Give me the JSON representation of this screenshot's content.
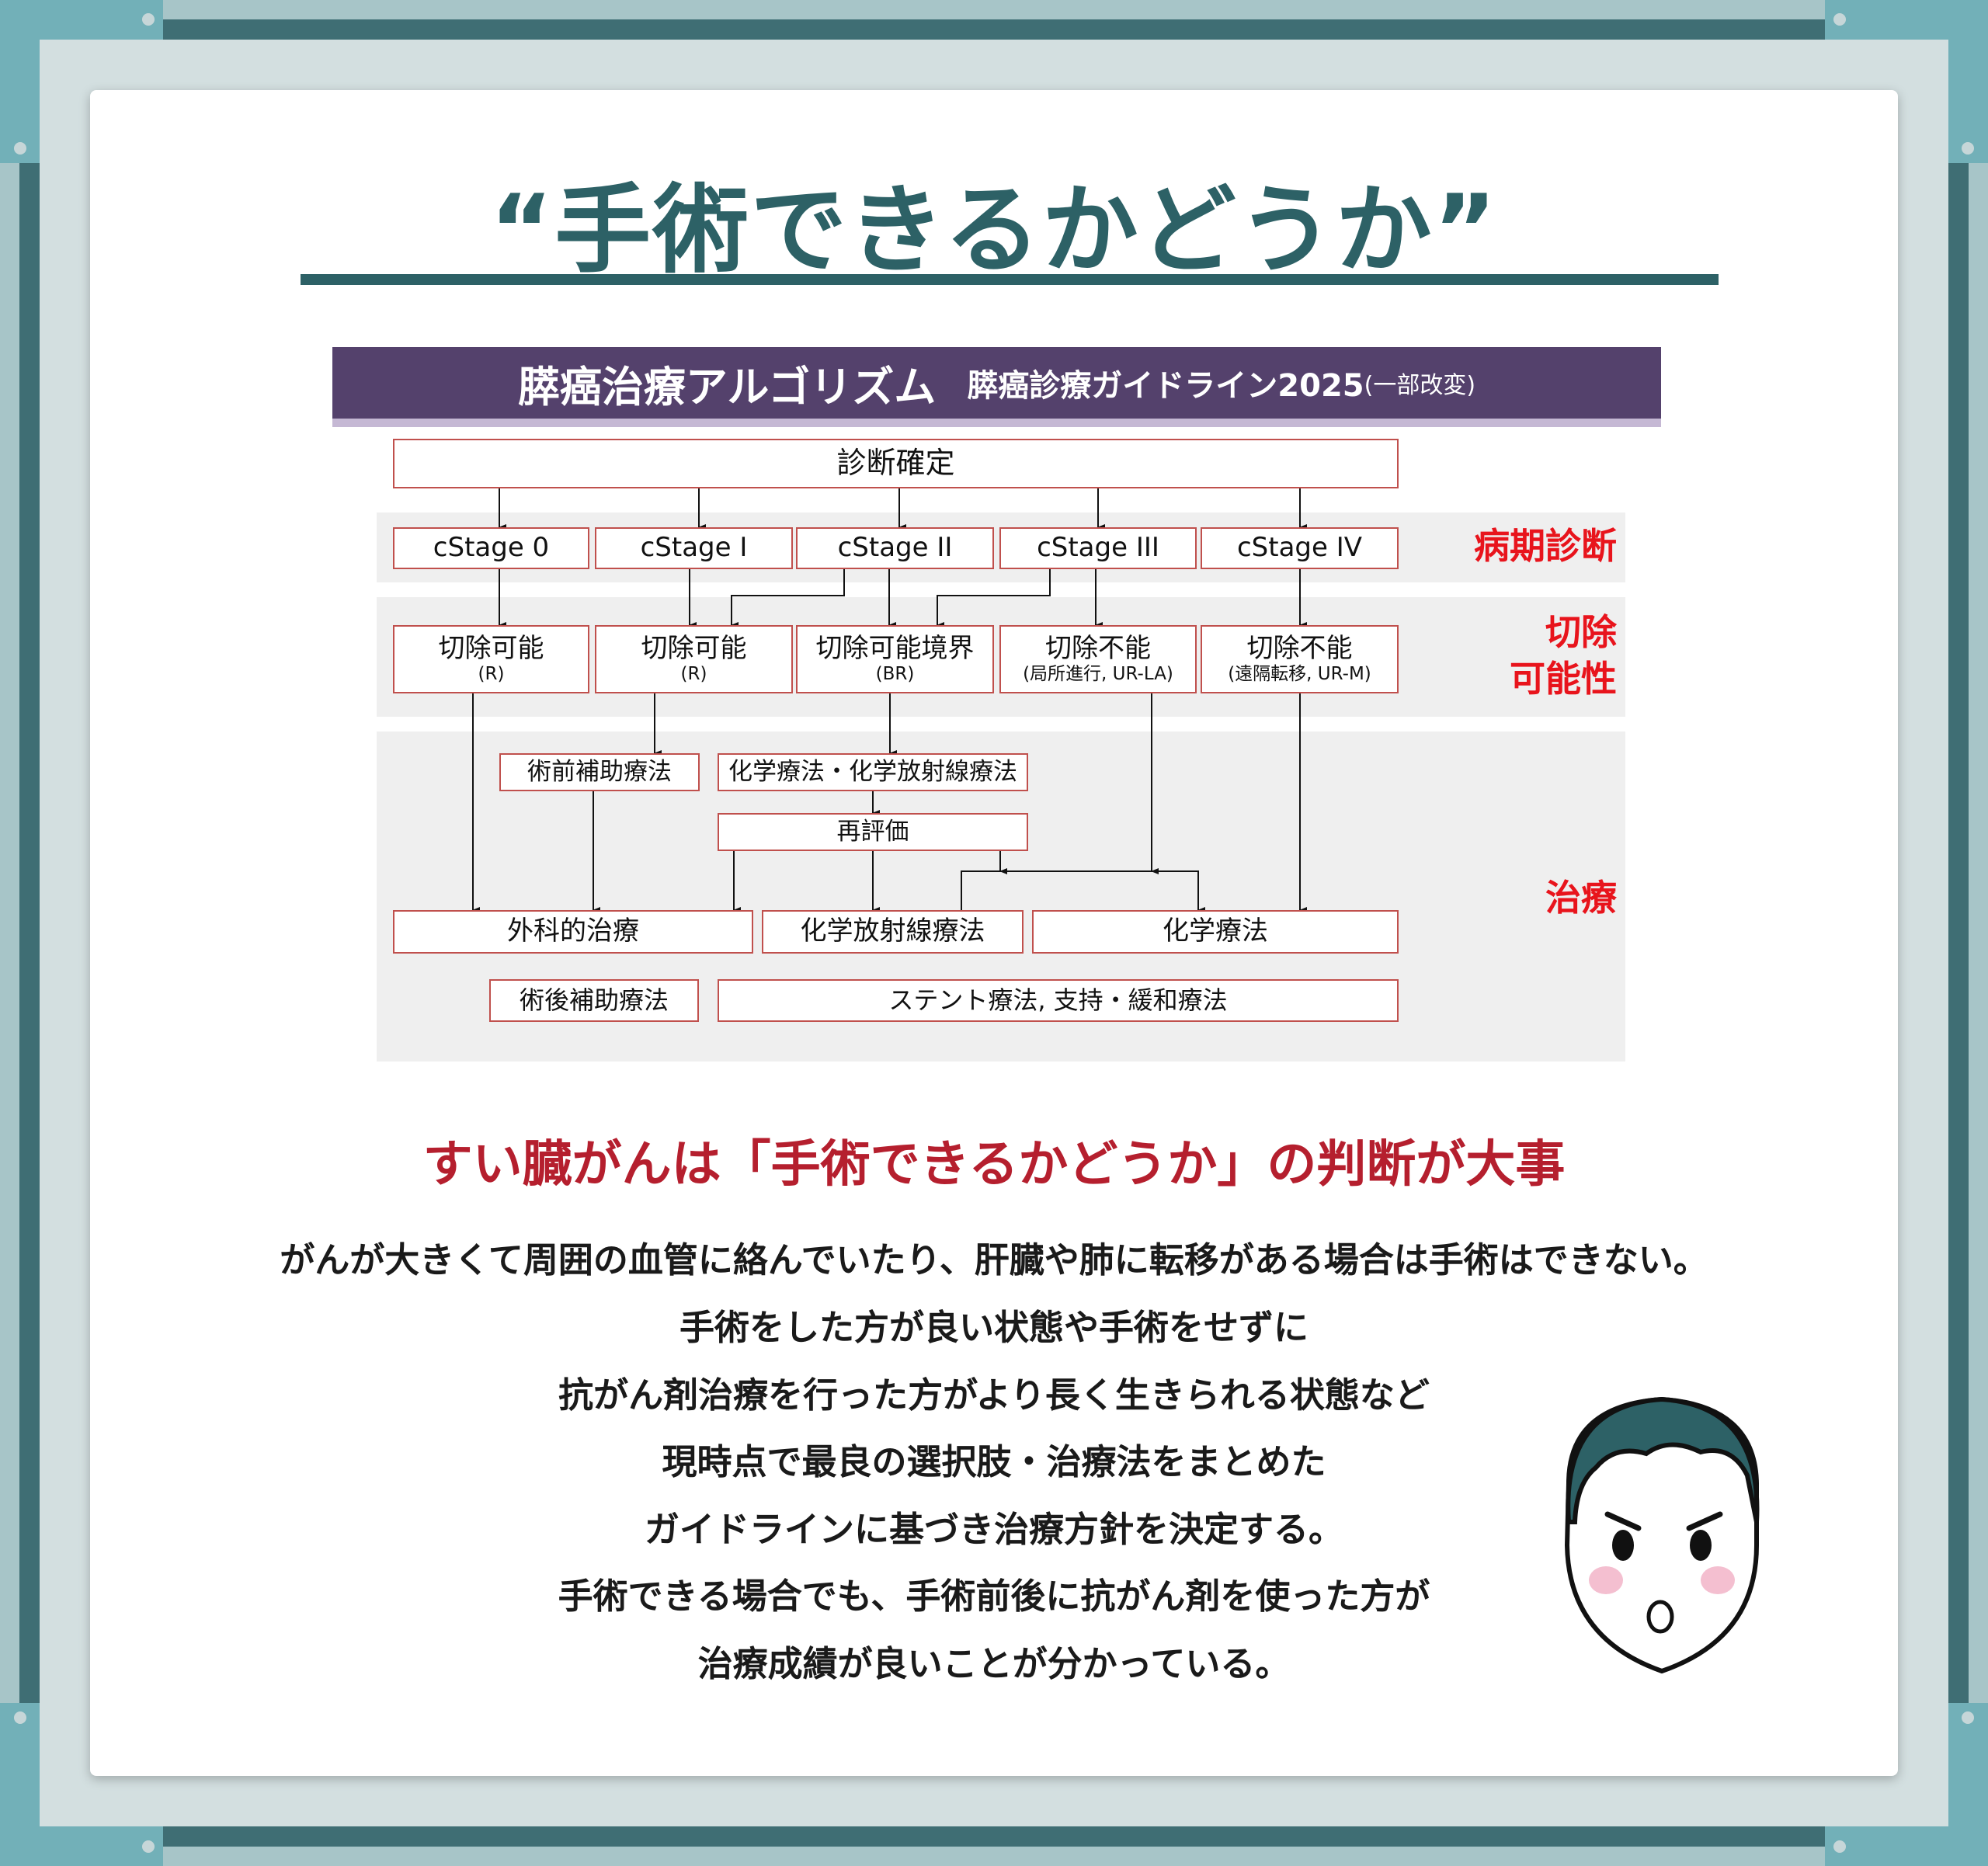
{
  "title": "“手術できるかどうか”",
  "header": {
    "main": "膵癌治療アルゴリズム",
    "source": "膵癌診療ガイドライン2025",
    "note": "(一部改変)"
  },
  "flow": {
    "diagnosis": "診断確定",
    "stages": [
      "cStage 0",
      "cStage I",
      "cStage II",
      "cStage III",
      "cStage IV"
    ],
    "resectability": [
      {
        "label": "切除可能",
        "sub": "(R)"
      },
      {
        "label": "切除可能",
        "sub": "(R)"
      },
      {
        "label": "切除可能境界",
        "sub": "(BR)"
      },
      {
        "label": "切除不能",
        "sub": "(局所進行, UR-LA)"
      },
      {
        "label": "切除不能",
        "sub": "(遠隔転移, UR-M)"
      }
    ],
    "neoadjuvant": "術前補助療法",
    "chemo_crt": "化学療法・化学放射線療法",
    "reassess": "再評価",
    "surgery": "外科的治療",
    "crt": "化学放射線療法",
    "chemo": "化学療法",
    "adjuvant": "術後補助療法",
    "supportive": "ステント療法, 支持・緩和療法",
    "side_labels": {
      "stage": "病期診断",
      "resect_1": "切除",
      "resect_2": "可能性",
      "treatment": "治療"
    }
  },
  "subtitle": "すい臓がんは「手術できるかどうか」の判断が大事",
  "body": [
    "がんが大きくて周囲の血管に絡んでいたり、肝臓や肺に転移がある場合は手術はできない。",
    "手術をした方が良い状態や手術をせずに",
    "抗がん剤治療を行った方がより長く生きられる状態など",
    "現時点で最良の選択肢・治療法をまとめた",
    "ガイドラインに基づき治療方針を決定する。",
    "手術できる場合でも、手術前後に抗がん剤を使った方が",
    "治療成績が良いことが分かっている。"
  ],
  "colors": {
    "teal": "#2d6166",
    "purple": "#54416c",
    "red": "#b51f2e",
    "box_border": "#c0504d"
  }
}
